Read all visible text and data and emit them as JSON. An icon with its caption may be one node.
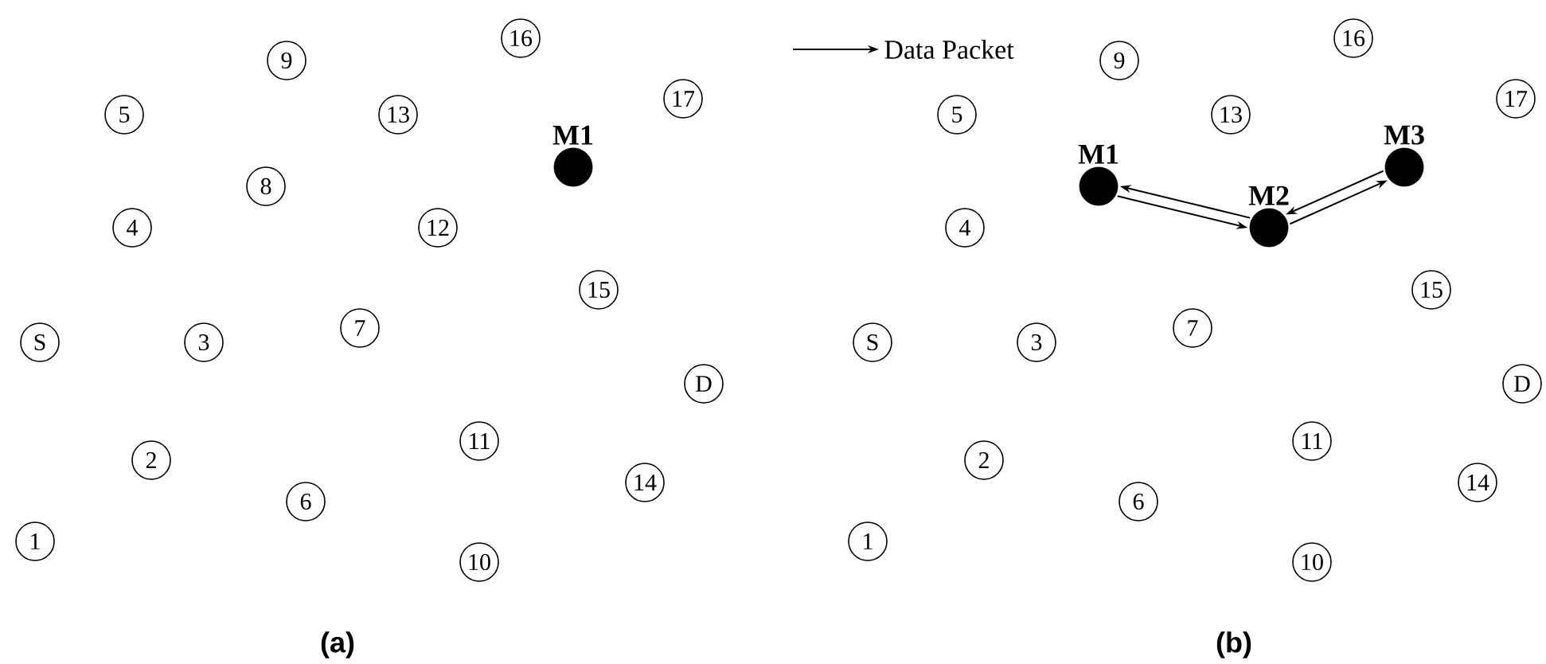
{
  "diagram": {
    "nodes": [
      {
        "text": [
          "16"
        ]
      },
      {
        "text": [
          "9"
        ]
      },
      {
        "text": [
          "17"
        ]
      },
      {
        "text": [
          "5"
        ]
      },
      {
        "text": [
          "13"
        ]
      },
      {
        "text": [],
        "shape": "circle",
        "beside": [
          "M1"
        ]
      },
      {
        "text": [
          "8"
        ]
      },
      {
        "text": [
          "4"
        ]
      },
      {
        "text": [
          "12"
        ]
      },
      {
        "text": [
          "15"
        ]
      },
      {
        "text": [
          "7"
        ]
      },
      {
        "text": [
          "S"
        ]
      },
      {
        "text": [
          "3"
        ]
      },
      {
        "text": [
          "D"
        ]
      },
      {
        "text": [
          "11"
        ]
      },
      {
        "text": [
          "2"
        ]
      },
      {
        "text": [
          "14"
        ]
      },
      {
        "text": [
          "6"
        ]
      },
      {
        "text": [
          "1"
        ]
      },
      {
        "text": [
          "10"
        ]
      },
      {
        "text": [
          "16"
        ]
      },
      {
        "text": [
          "9"
        ]
      },
      {
        "text": [
          "17"
        ]
      },
      {
        "text": [
          "5"
        ]
      },
      {
        "text": [
          "13"
        ]
      },
      {
        "text": [],
        "shape": "circle",
        "beside": [
          "M3"
        ]
      },
      {
        "text": [],
        "shape": "circle",
        "beside": [
          "M1"
        ]
      },
      {
        "text": [
          "4"
        ]
      },
      {
        "text": [],
        "shape": "circle",
        "beside": [
          "M2"
        ]
      },
      {
        "text": [
          "15"
        ]
      },
      {
        "text": [
          "7"
        ]
      },
      {
        "text": [
          "S"
        ]
      },
      {
        "text": [
          "3"
        ]
      },
      {
        "text": [
          "D"
        ]
      },
      {
        "text": [
          "11"
        ]
      },
      {
        "text": [
          "2"
        ]
      },
      {
        "text": [
          "14"
        ]
      },
      {
        "text": [
          "6"
        ]
      },
      {
        "text": [
          "1"
        ]
      },
      {
        "text": [
          "10"
        ]
      }
    ],
    "edges": [
      {
        "from": 28,
        "to": 26,
        "arrow": "to"
      },
      {
        "from": 26,
        "to": 28,
        "arrow": "to"
      },
      {
        "from": 25,
        "to": 28,
        "arrow": "to"
      },
      {
        "from": 28,
        "to": 25,
        "arrow": "to"
      }
    ],
    "labels": [
      "(a)",
      "(b)"
    ],
    "legend": [
      {
        "text": "Data Packet"
      }
    ]
  }
}
